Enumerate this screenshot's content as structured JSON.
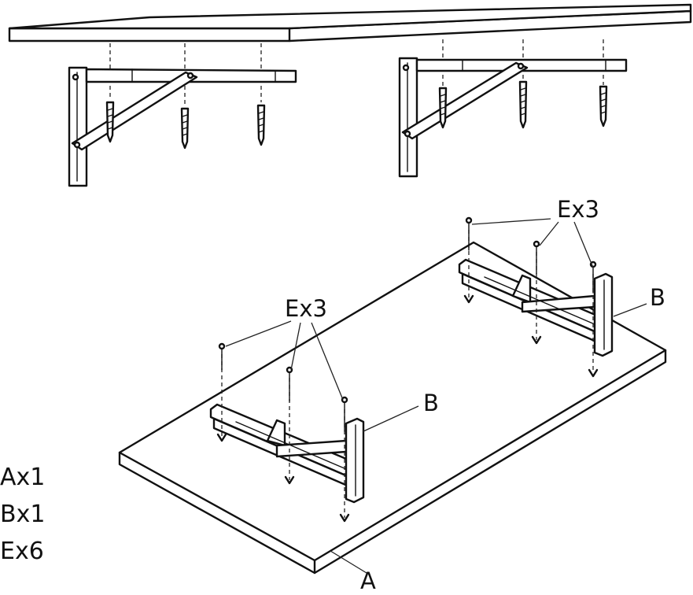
{
  "labels": {
    "hardware_top_right": "Ex3",
    "hardware_left": "Ex3",
    "bracket_right": "B",
    "bracket_left": "B",
    "panel": "A"
  },
  "parts_list": [
    "Ax1",
    "Bx1",
    "Ex6"
  ]
}
